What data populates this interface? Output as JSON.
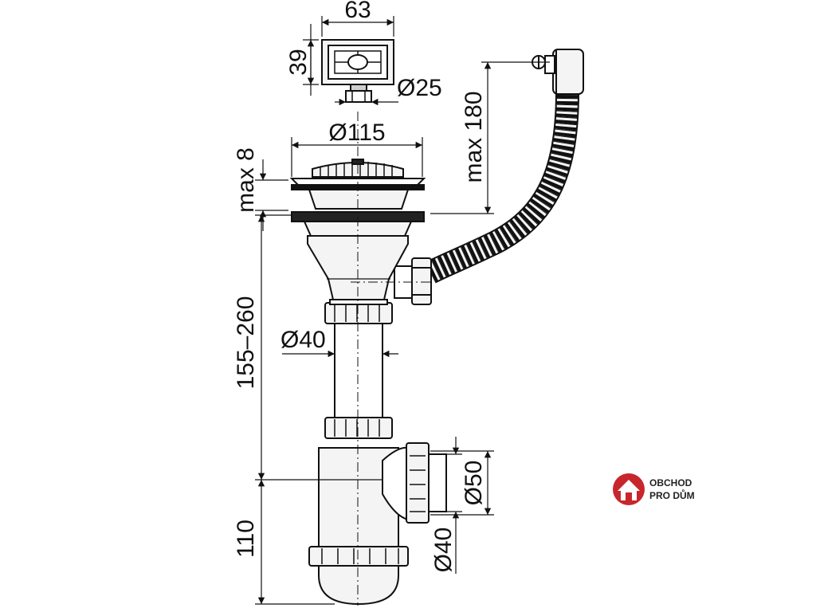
{
  "dimensions": {
    "width_63": "63",
    "height_39": "39",
    "dia_25": "Ø25",
    "dia_115": "Ø115",
    "max_8": "max 8",
    "max_180": "max 180",
    "range_155_260": "155–260",
    "dia_40_pipe": "Ø40",
    "height_110": "110",
    "dia_50": "Ø50",
    "dia_40_outlet": "Ø40"
  },
  "logo": {
    "line1": "OBCHOD",
    "line2": "PRO DŮM",
    "icon": "house-icon",
    "color": "#c8262d"
  },
  "colors": {
    "line": "#111111",
    "fill_light": "#f4f4f4",
    "fill_mid": "#cfcfcf",
    "fill_dark": "#222222"
  }
}
